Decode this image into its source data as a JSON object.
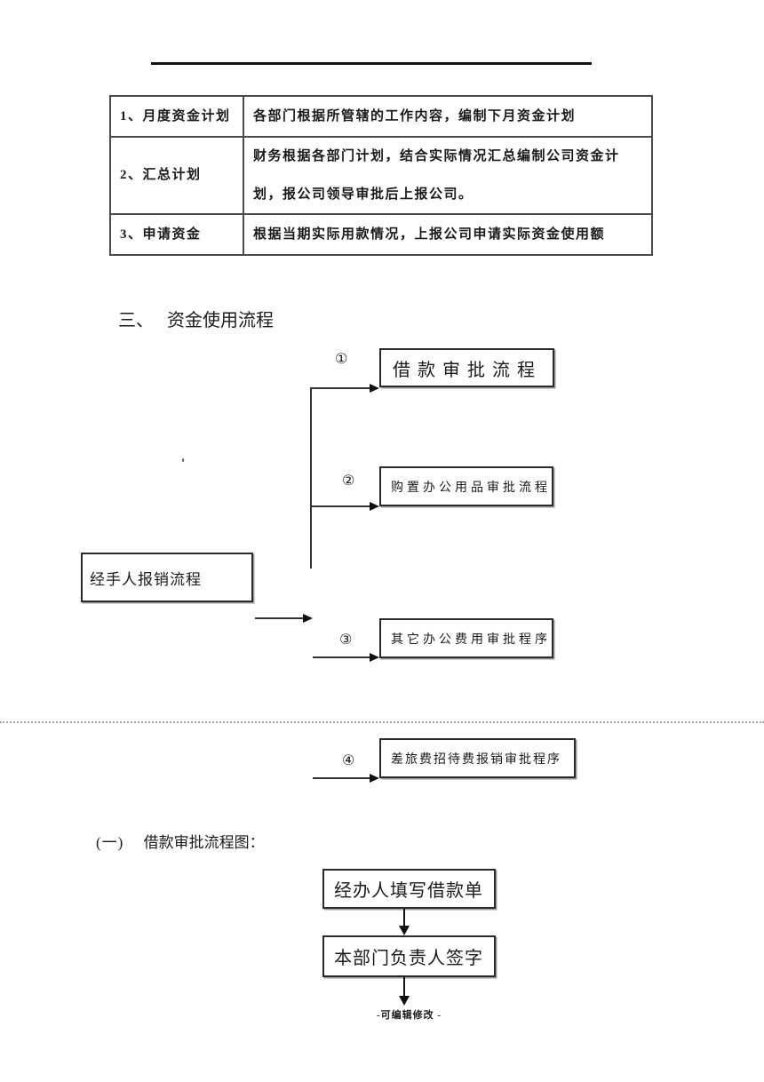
{
  "colors": {
    "ink": "#1a1a1a",
    "table_border": "#4a4a4a",
    "box_border": "#2a2a2a"
  },
  "table": {
    "rows": [
      {
        "label": "1、月度资金计划",
        "desc": "各部门根据所管辖的工作内容，编制下月资金计划"
      },
      {
        "label": "2、汇总计划",
        "desc": "财务根据各部门计划，结合实际情况汇总编制公司资金计划，报公司领导审批后上报公司。"
      },
      {
        "label": "3、申请资金",
        "desc": "根据当期实际用款情况，上报公司申请实际资金使用额"
      }
    ]
  },
  "section": {
    "number": "三、",
    "title": "资金使用流程"
  },
  "flow": {
    "stray_mark": "'",
    "source_label": "经手人报销流程",
    "branches": [
      {
        "index": "①",
        "label": "借款审批流程"
      },
      {
        "index": "②",
        "label": "购置办公用品审批流程"
      },
      {
        "index": "③",
        "label": "其它办公费用审批程序"
      },
      {
        "index": "④",
        "label": "差旅费招待费报销审批程序"
      }
    ]
  },
  "subsection": {
    "number": "(一)",
    "title": "借款审批流程图："
  },
  "loan_flow": {
    "steps": [
      {
        "label": "经办人填写借款单"
      },
      {
        "label": "本部门负责人签字"
      }
    ]
  },
  "footer": {
    "note": "-可编辑修改 -"
  }
}
